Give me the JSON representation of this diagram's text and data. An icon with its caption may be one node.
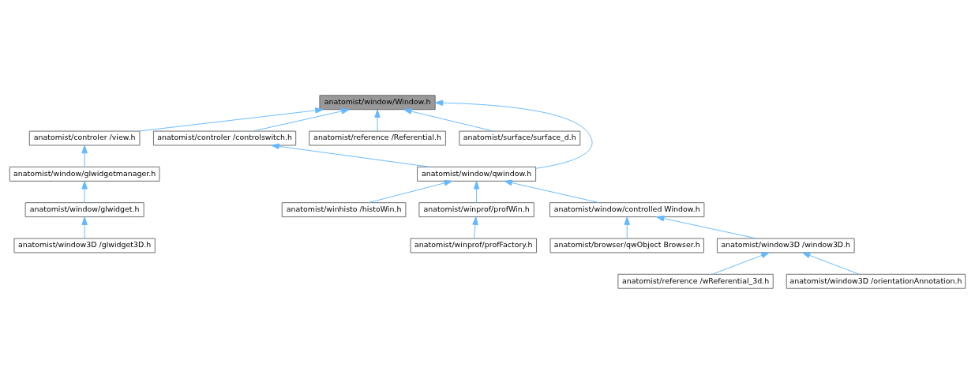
{
  "diagram": {
    "nodes": [
      {
        "text": [
          "anatomist/window/Window.h"
        ]
      },
      {
        "text": [
          "anatomist/controler /controlswitch.h"
        ]
      },
      {
        "text": [
          "anatomist/controler /view.h"
        ]
      },
      {
        "text": [
          "anatomist/reference /Referential.h"
        ]
      },
      {
        "text": [
          "anatomist/surface/surface_d.h"
        ]
      },
      {
        "text": [
          "anatomist/window/qwindow.h"
        ]
      },
      {
        "text": [
          "anatomist/window/glwidgetmanager.h"
        ]
      },
      {
        "text": [
          "anatomist/window/controlled Window.h"
        ]
      },
      {
        "text": [
          "anatomist/winhisto /histoWin.h"
        ]
      },
      {
        "text": [
          "anatomist/winprof/profWin.h"
        ]
      },
      {
        "text": [
          "anatomist/window/glwidget.h"
        ]
      },
      {
        "text": [
          "anatomist/browser/qwObject Browser.h"
        ]
      },
      {
        "text": [
          "anatomist/window3D /window3D.h"
        ]
      },
      {
        "text": [
          "anatomist/winprof/profFactory.h"
        ]
      },
      {
        "text": [
          "anatomist/window3D /glwidget3D.h"
        ]
      },
      {
        "text": [
          "anatomist/reference /wReferential_3d.h"
        ]
      },
      {
        "text": [
          "anatomist/window3D /orientationAnnotation.h"
        ]
      }
    ],
    "edges": [
      {
        "from": 1,
        "to": 0,
        "arrow": "to"
      },
      {
        "from": 5,
        "to": 0,
        "arrow": "to"
      },
      {
        "from": 2,
        "to": 0,
        "arrow": "to"
      },
      {
        "from": 3,
        "to": 0,
        "arrow": "to"
      },
      {
        "from": 4,
        "to": 0,
        "arrow": "to"
      },
      {
        "from": 5,
        "to": 1,
        "arrow": "to"
      },
      {
        "from": 7,
        "to": 5,
        "arrow": "to"
      },
      {
        "from": 8,
        "to": 5,
        "arrow": "to"
      },
      {
        "from": 9,
        "to": 5,
        "arrow": "to"
      },
      {
        "from": 6,
        "to": 2,
        "arrow": "to"
      },
      {
        "from": 10,
        "to": 6,
        "arrow": "to"
      },
      {
        "from": 11,
        "to": 7,
        "arrow": "to"
      },
      {
        "from": 12,
        "to": 7,
        "arrow": "to"
      },
      {
        "from": 13,
        "to": 9,
        "arrow": "to"
      },
      {
        "from": 14,
        "to": 10,
        "arrow": "to"
      },
      {
        "from": 15,
        "to": 12,
        "arrow": "to"
      },
      {
        "from": 16,
        "to": 12,
        "arrow": "to"
      }
    ]
  }
}
